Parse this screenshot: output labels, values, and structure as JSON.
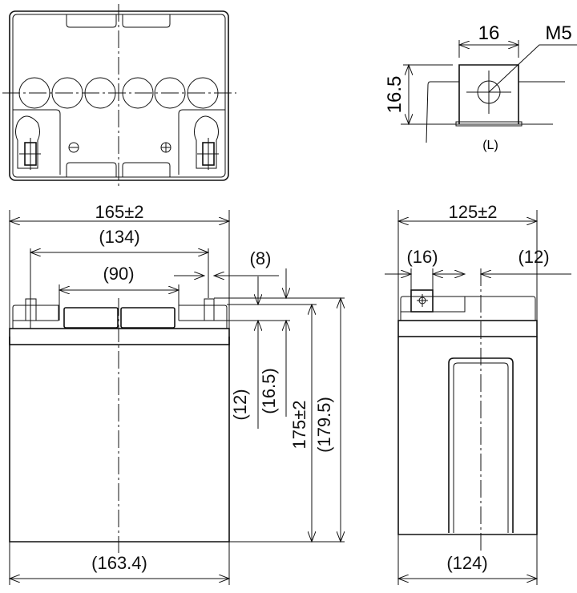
{
  "top_view": {
    "minus_symbol": "negative-terminal-mark",
    "plus_symbol": "positive-terminal-mark"
  },
  "front_view": {
    "width": "165±2",
    "terminal_pitch": "(134)",
    "handle_width": "(90)",
    "terminal_width": "(8)",
    "terminal_height": "(12)",
    "terminal_total": "(16.5)",
    "height": "175±2",
    "total_height": "(179.5)",
    "bottom_width": "(163.4)"
  },
  "side_view": {
    "width": "125±2",
    "terminal_offset": "(16)",
    "terminal_gap": "(12)",
    "bottom_width": "(124)"
  },
  "terminal_detail": {
    "width": "16",
    "height": "16.5",
    "bolt": "M5",
    "type": "(L)"
  }
}
